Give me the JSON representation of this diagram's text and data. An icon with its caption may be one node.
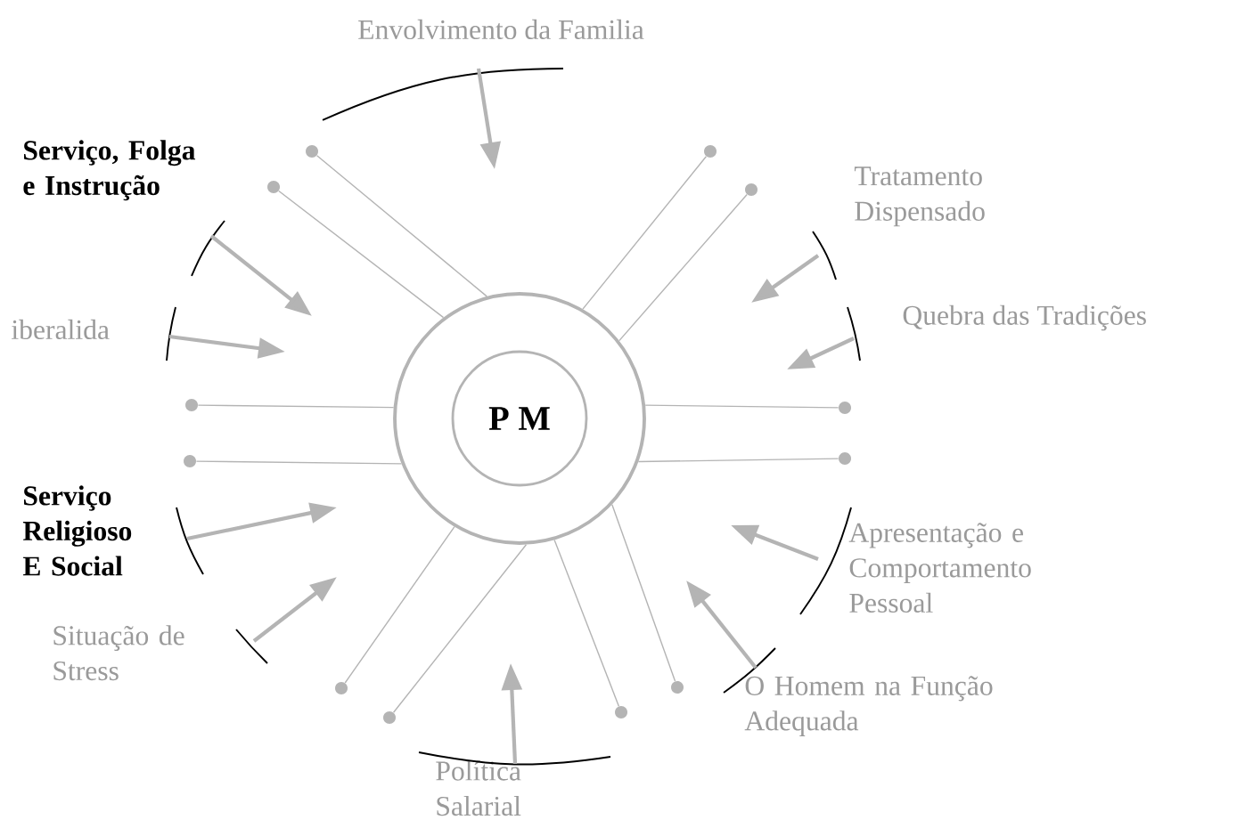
{
  "diagram": {
    "nodes": [
      {
        "text": [],
        "shape": "circle"
      },
      {
        "text": [
          "P M"
        ],
        "in": 0
      },
      {
        "text": [],
        "shape": "circle"
      },
      {
        "text": [],
        "shape": "circle"
      },
      {
        "text": [],
        "shape": "circle"
      },
      {
        "text": [],
        "shape": "circle"
      },
      {
        "text": [],
        "shape": "circle"
      },
      {
        "text": [],
        "shape": "circle"
      },
      {
        "text": [],
        "shape": "circle"
      },
      {
        "text": [],
        "shape": "circle"
      },
      {
        "text": [],
        "shape": "circle"
      },
      {
        "text": [],
        "shape": "circle"
      },
      {
        "text": [],
        "shape": "circle"
      },
      {
        "text": [],
        "shape": "circle"
      },
      {
        "text": [
          "Envolvimento da Familia"
        ]
      },
      {
        "text": [
          "Serviço, Folga e Instrução"
        ]
      },
      {
        "text": [
          "Tratamento Dispensado"
        ]
      },
      {
        "text": [
          "iberalida"
        ]
      },
      {
        "text": [
          "Quebra das Tradições"
        ]
      },
      {
        "text": [
          "Serviço Religioso E Social"
        ]
      },
      {
        "text": [
          "Apresentação e Comportamento Pessoal"
        ]
      },
      {
        "text": [
          "Situação de Stress"
        ]
      },
      {
        "text": [
          "O Homem na Função Adequada"
        ]
      },
      {
        "text": [
          "Política Salarial"
        ]
      }
    ],
    "edges": [
      {
        "from": 0,
        "to": 2,
        "arrow": "none"
      },
      {
        "from": 0,
        "to": 3,
        "arrow": "none"
      },
      {
        "from": 0,
        "to": 4,
        "arrow": "none"
      },
      {
        "from": 0,
        "to": 5,
        "arrow": "none"
      },
      {
        "from": 0,
        "to": 6,
        "arrow": "none"
      },
      {
        "from": 0,
        "to": 7,
        "arrow": "none"
      },
      {
        "from": 0,
        "to": 8,
        "arrow": "none"
      },
      {
        "from": 0,
        "to": 9,
        "arrow": "none"
      },
      {
        "from": 0,
        "to": 10,
        "arrow": "none"
      },
      {
        "from": 0,
        "to": 11,
        "arrow": "none"
      },
      {
        "from": 0,
        "to": 12,
        "arrow": "none"
      },
      {
        "from": 0,
        "to": 13,
        "arrow": "none"
      },
      {
        "from": 14,
        "to": null,
        "arrow": "to",
        "style": "thick"
      },
      {
        "from": 15,
        "to": null,
        "arrow": "to",
        "style": "thick"
      },
      {
        "from": 16,
        "to": null,
        "arrow": "to",
        "style": "thick"
      },
      {
        "from": 17,
        "to": null,
        "arrow": "to",
        "style": "thick"
      },
      {
        "from": 18,
        "to": null,
        "arrow": "to",
        "style": "thick"
      },
      {
        "from": 19,
        "to": null,
        "arrow": "to",
        "style": "thick"
      },
      {
        "from": 20,
        "to": null,
        "arrow": "to",
        "style": "thick"
      },
      {
        "from": 21,
        "to": null,
        "arrow": "to",
        "style": "thick"
      },
      {
        "from": 22,
        "to": null,
        "arrow": "to",
        "style": "thick"
      },
      {
        "from": 23,
        "to": null,
        "arrow": "to",
        "style": "thick"
      }
    ]
  }
}
